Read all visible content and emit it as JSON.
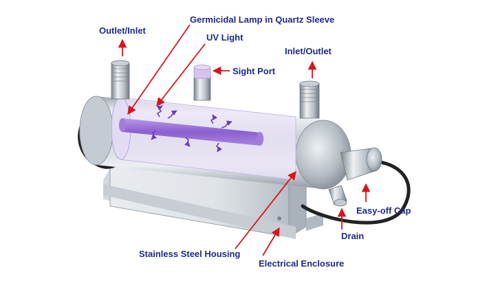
{
  "labels": {
    "outlet_inlet": "Outlet/Inlet",
    "germicidal_lamp": "Germicidal Lamp in Quartz Sleeve",
    "uv_light": "UV Light",
    "inlet_outlet": "Inlet/Outlet",
    "sight_port": "Sight Port",
    "easy_off_cap": "Easy-off Cap",
    "drain": "Drain",
    "stainless_housing": "Stainless Steel Housing",
    "electrical_enclosure": "Electrical Enclosure"
  },
  "colors": {
    "label_text": "#1c2a8c",
    "arrow": "#d8141c",
    "uv_purple": "#8b5fd0",
    "steel_light": "#eef1f5",
    "steel_dark": "#9aa3ad"
  }
}
